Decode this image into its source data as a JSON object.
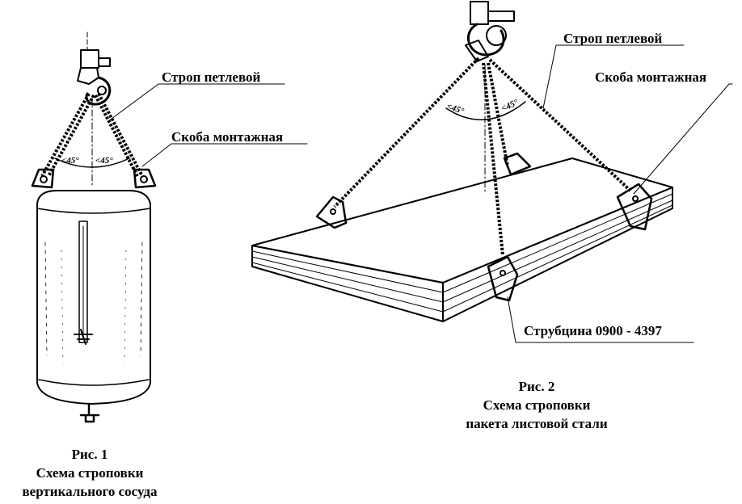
{
  "fig1": {
    "label_sling": "Строп петлевой",
    "label_shackle": "Скоба монтажная",
    "angle_left": "<45°",
    "angle_right": "<45°",
    "caption_title": "Рис. 1",
    "caption_line1": "Схема строповки",
    "caption_line2": "вертикального сосуда"
  },
  "fig2": {
    "label_sling": "Строп петлевой",
    "label_shackle": "Скоба монтажная",
    "label_clamp": "Струбцина 0900 - 4397",
    "angle_left": "<45°",
    "angle_right": "<45°",
    "caption_title": "Рис. 2",
    "caption_line1": "Схема строповки",
    "caption_line2": "пакета листовой стали"
  }
}
